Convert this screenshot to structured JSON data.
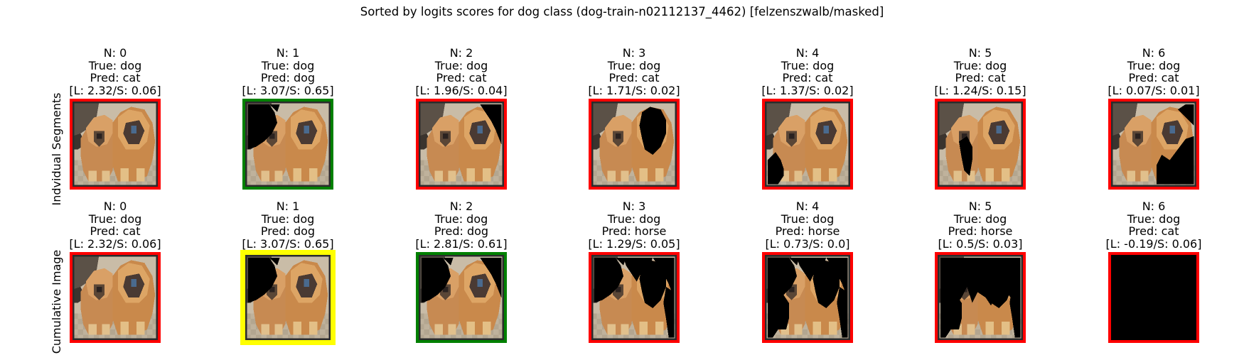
{
  "title": "Sorted by logits scores for dog class (dog-train-n02112137_4462) [felzenszwalb/masked]",
  "colors": {
    "correct": "#008000",
    "wrong": "#ff0000",
    "best": "#ffff00",
    "mask": "#000000"
  },
  "chart_data": {
    "type": "image-grid",
    "title": "Sorted by logits scores for dog class (dog-train-n02112137_4462) [felzenszwalb/masked]",
    "rows": [
      {
        "label": "Indvidual Segments",
        "cells": [
          {
            "n": "N: 0",
            "true": "True: dog",
            "pred": "Pred: cat",
            "score": "[L: 2.32/S: 0.06]",
            "border": "wrong",
            "logit": 2.32,
            "softmax": 0.06,
            "masked": "none"
          },
          {
            "n": "N: 1",
            "true": "True: dog",
            "pred": "Pred: dog",
            "score": "[L: 3.07/S: 0.65]",
            "border": "correct",
            "logit": 3.07,
            "softmax": 0.65,
            "masked": "left-upper"
          },
          {
            "n": "N: 2",
            "true": "True: dog",
            "pred": "Pred: cat",
            "score": "[L: 1.96/S: 0.04]",
            "border": "wrong",
            "logit": 1.96,
            "softmax": 0.04,
            "masked": "top-right-corner"
          },
          {
            "n": "N: 3",
            "true": "True: dog",
            "pred": "Pred: cat",
            "score": "[L: 1.71/S: 0.02]",
            "border": "wrong",
            "logit": 1.71,
            "softmax": 0.02,
            "masked": "right-dog-head"
          },
          {
            "n": "N: 4",
            "true": "True: dog",
            "pred": "Pred: cat",
            "score": "[L: 1.37/S: 0.02]",
            "border": "wrong",
            "logit": 1.37,
            "softmax": 0.02,
            "masked": "bottom-left"
          },
          {
            "n": "N: 5",
            "true": "True: dog",
            "pred": "Pred: cat",
            "score": "[L: 1.24/S: 0.15]",
            "border": "wrong",
            "logit": 1.24,
            "softmax": 0.15,
            "masked": "middle-left"
          },
          {
            "n": "N: 6",
            "true": "True: dog",
            "pred": "Pred: cat",
            "score": "[L: 0.07/S: 0.01]",
            "border": "wrong",
            "logit": 0.07,
            "softmax": 0.01,
            "masked": "bottom-right"
          }
        ]
      },
      {
        "label": "Cumulative Image",
        "cells": [
          {
            "n": "N: 0",
            "true": "True: dog",
            "pred": "Pred: cat",
            "score": "[L: 2.32/S: 0.06]",
            "border": "wrong",
            "logit": 2.32,
            "softmax": 0.06,
            "masked": "none"
          },
          {
            "n": "N: 1",
            "true": "True: dog",
            "pred": "Pred: dog",
            "score": "[L: 3.07/S: 0.65]",
            "border": "best",
            "logit": 3.07,
            "softmax": 0.65,
            "masked": "cum-1"
          },
          {
            "n": "N: 2",
            "true": "True: dog",
            "pred": "Pred: dog",
            "score": "[L: 2.81/S: 0.61]",
            "border": "correct",
            "logit": 2.81,
            "softmax": 0.61,
            "masked": "cum-2"
          },
          {
            "n": "N: 3",
            "true": "True: dog",
            "pred": "Pred: horse",
            "score": "[L: 1.29/S: 0.05]",
            "border": "wrong",
            "logit": 1.29,
            "softmax": 0.05,
            "masked": "cum-3"
          },
          {
            "n": "N: 4",
            "true": "True: dog",
            "pred": "Pred: horse",
            "score": "[L: 0.73/S: 0.0]",
            "border": "wrong",
            "logit": 0.73,
            "softmax": 0.0,
            "masked": "cum-4"
          },
          {
            "n": "N: 5",
            "true": "True: dog",
            "pred": "Pred: horse",
            "score": "[L: 0.5/S: 0.03]",
            "border": "wrong",
            "logit": 0.5,
            "softmax": 0.03,
            "masked": "cum-5"
          },
          {
            "n": "N: 6",
            "true": "True: dog",
            "pred": "Pred: cat",
            "score": "[L: -0.19/S: 0.06]",
            "border": "wrong",
            "logit": -0.19,
            "softmax": 0.06,
            "masked": "all"
          }
        ]
      }
    ]
  }
}
